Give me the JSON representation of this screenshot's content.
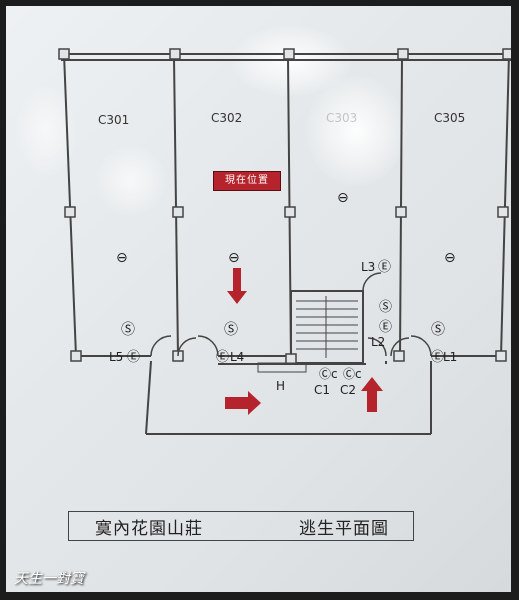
{
  "floor_plan": {
    "rooms": [
      "C301",
      "C302",
      "C303",
      "C305"
    ],
    "current_location_label": "現在位置",
    "light_labels": [
      "L5",
      "L4",
      "L3",
      "L2",
      "L1"
    ],
    "stair_label": "H",
    "extinguisher_labels": [
      "C1",
      "C2"
    ],
    "symbols": {
      "smoke_detector": "⊖",
      "sprinkler": "Ⓢ",
      "emergency_light": "Ⓔ",
      "fire_extinguisher_c": "Ⓒc"
    },
    "arrow_color": "#b5232c",
    "line_color": "#444444"
  },
  "title": {
    "venue": "寞內花園山莊",
    "plan_name": "逃生平面圖"
  },
  "watermark": "天生一對寶"
}
